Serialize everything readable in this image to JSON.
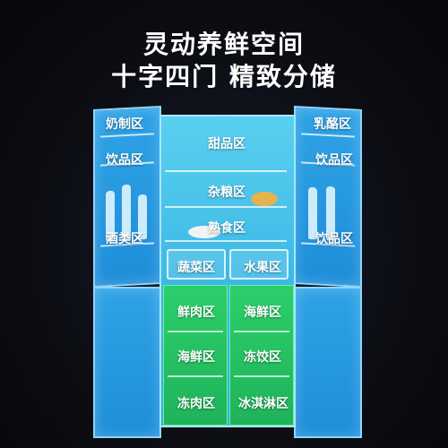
{
  "headline": {
    "line1": "灵动养鲜空间",
    "line2": "十字四门 精致分储"
  },
  "zones": {
    "left_door": [
      "奶制区",
      "饮品区",
      "酒类区"
    ],
    "right_door": [
      "乳酪区",
      "饮品区",
      "饮品区"
    ],
    "center_upper": [
      "甜品区",
      "杂粮区",
      "熟食区"
    ],
    "crisper": [
      "蔬菜区",
      "水果区"
    ],
    "freezer_left": [
      "鲜肉区",
      "海鲜区",
      "冻肉区"
    ],
    "freezer_right": [
      "海鲜区",
      "冻饺区",
      "冰淇淋区"
    ]
  },
  "colors": {
    "door_blue": "#1e8ed9",
    "fridge_cyan": "#3cb8e6",
    "freezer_green": "#1fb35a"
  }
}
